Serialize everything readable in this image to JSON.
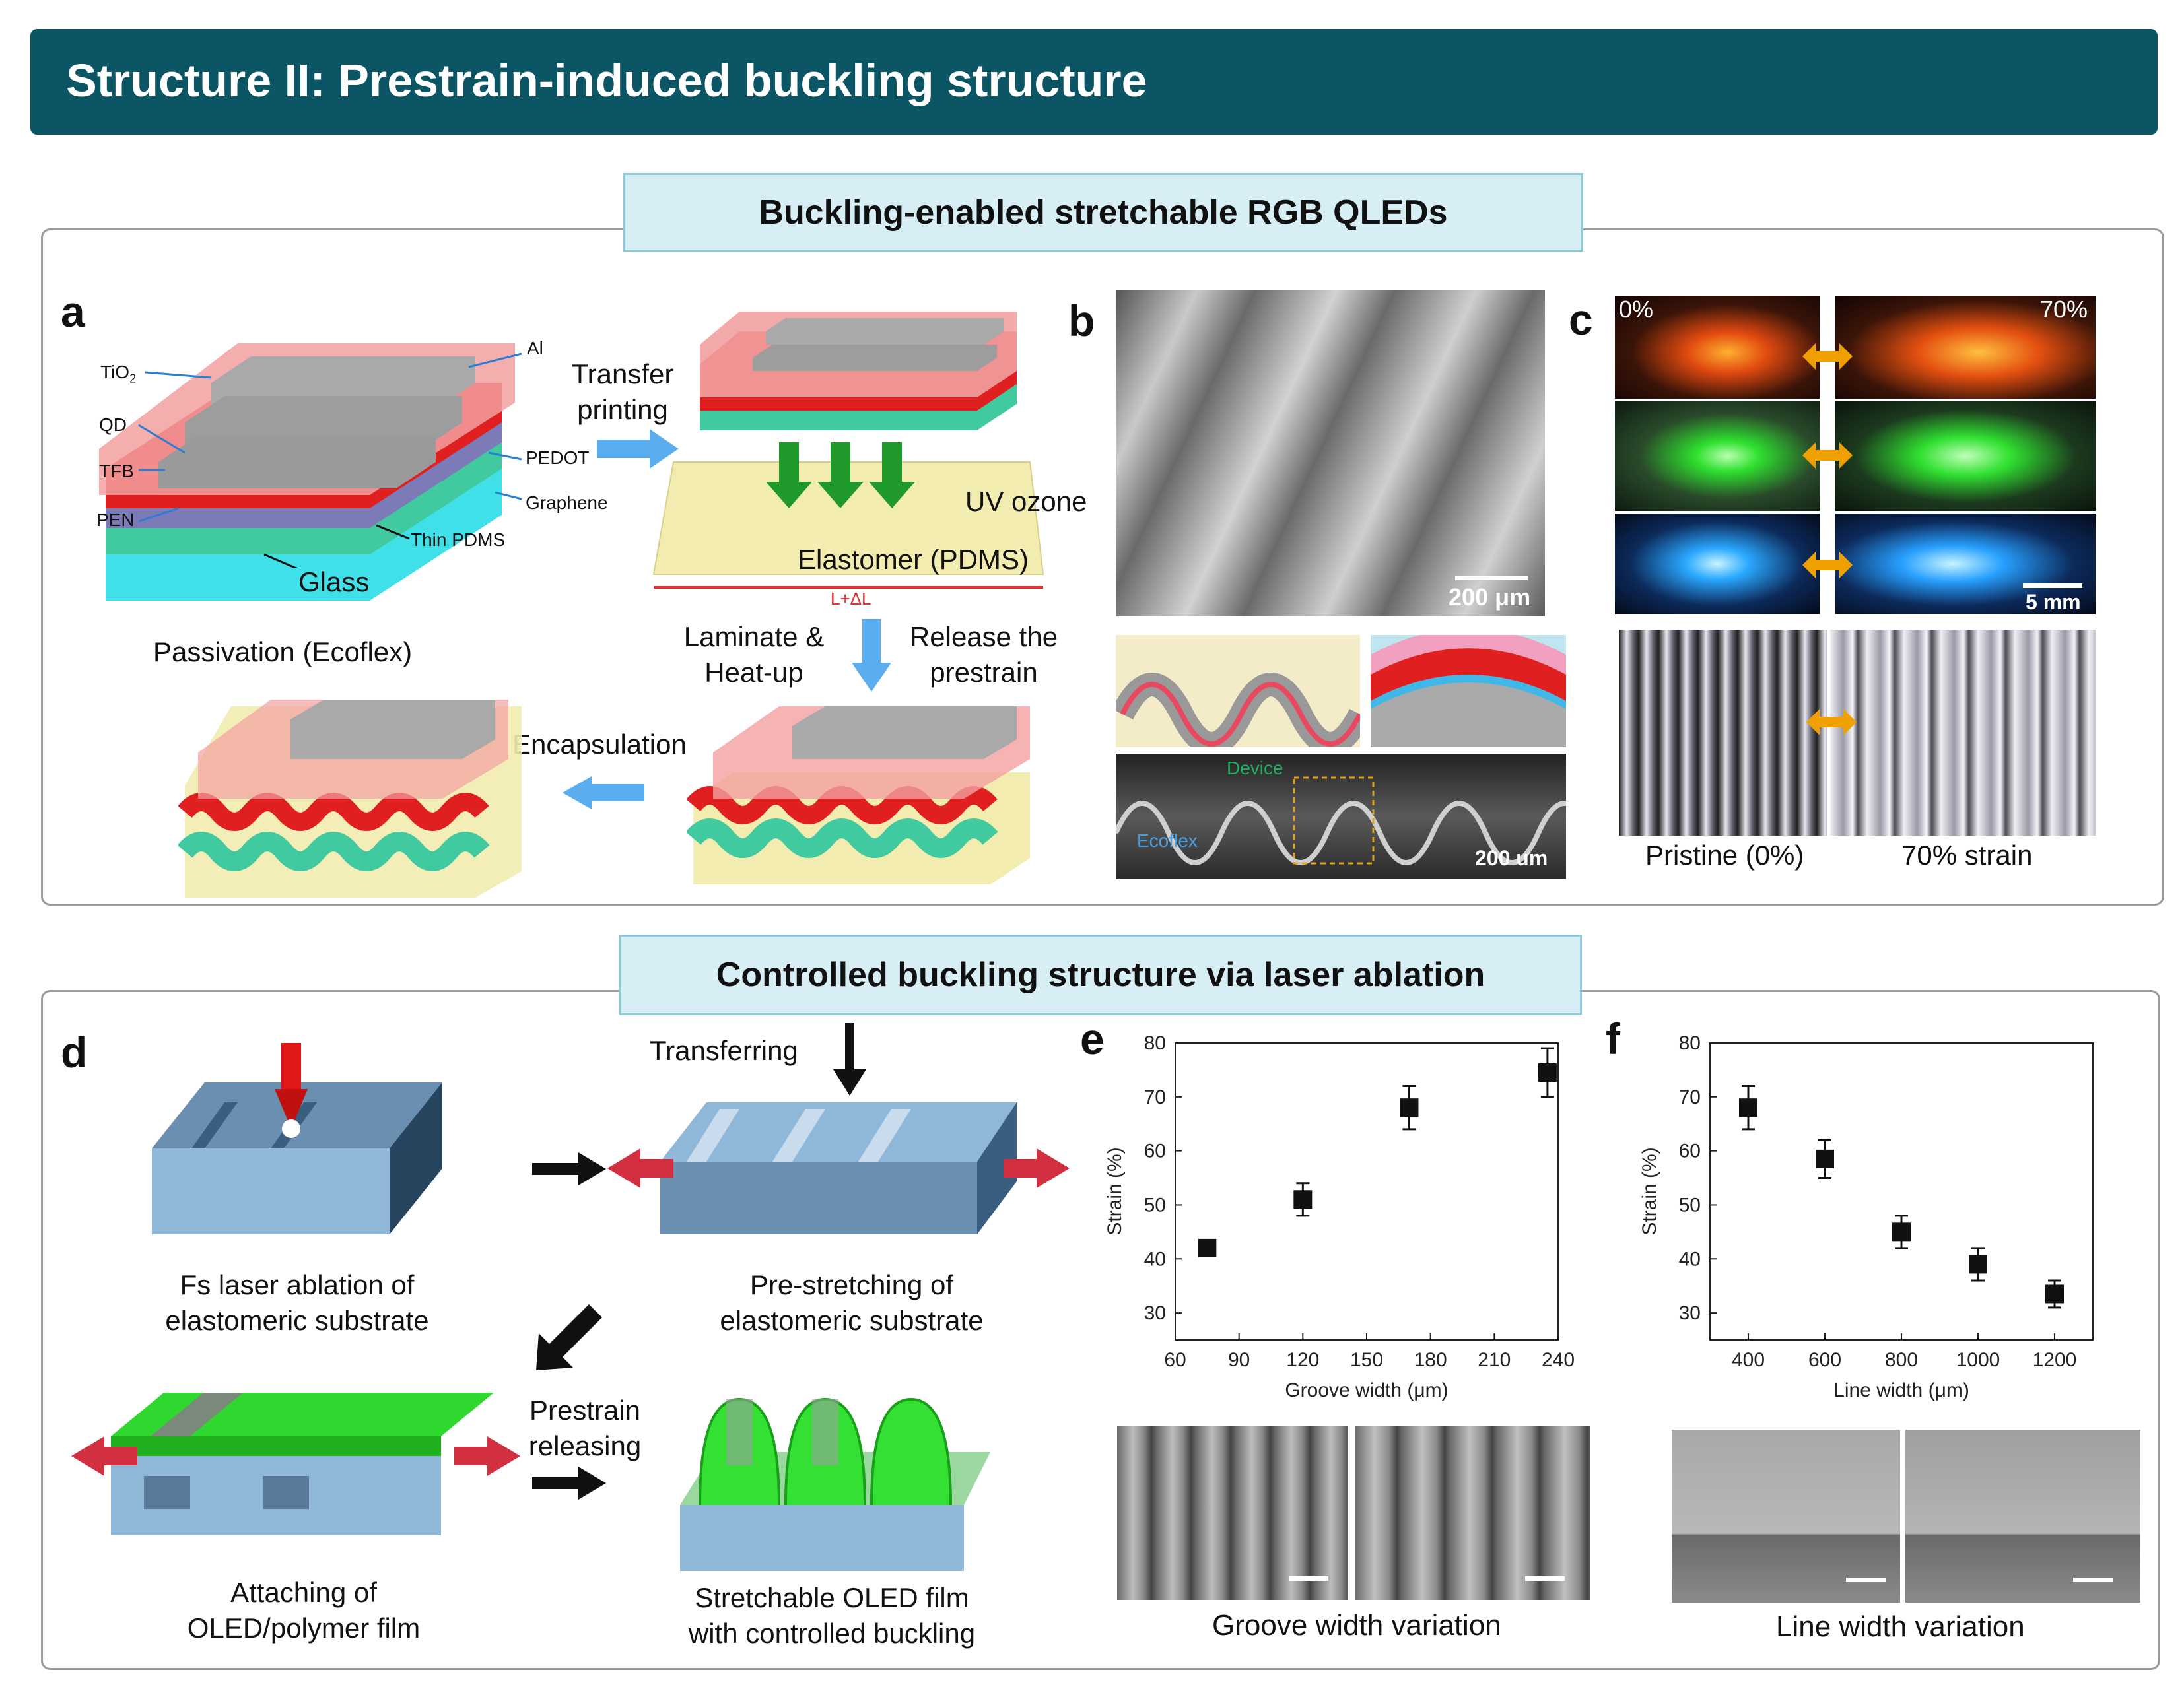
{
  "header": {
    "title": "Structure II: Prestrain-induced buckling structure"
  },
  "top": {
    "section_title": "Buckling-enabled stretchable RGB QLEDs",
    "panel_a": {
      "label": "a",
      "layers": {
        "tio2": "TiO",
        "tio2_sub": "2",
        "qd": "QD",
        "tfb": "TFB",
        "pen": "PEN",
        "al": "Al",
        "pedot": "PEDOT",
        "graphene": "Graphene",
        "thin_pdms": "Thin PDMS",
        "glass": "Glass"
      },
      "transfer_printing": [
        "Transfer",
        "printing"
      ],
      "uv_ozone": "UV ozone",
      "elastomer": "Elastomer (PDMS)",
      "length": "L+ΔL",
      "laminate": [
        "Laminate &",
        "Heat-up"
      ],
      "release": [
        "Release the",
        "prestrain"
      ],
      "encapsulation": "Encapsulation",
      "passivation": "Passivation (Ecoflex)"
    },
    "panel_b": {
      "label": "b",
      "scale_top": "200 μm",
      "device": "Device",
      "ecoflex": "Ecoflex",
      "scale_bottom": "200 um"
    },
    "panel_c": {
      "label": "c",
      "left_pct": "0%",
      "right_pct": "70%",
      "scale": "5 mm",
      "caption_left": "Pristine (0%)",
      "caption_right": "70% strain"
    }
  },
  "bottom": {
    "section_title": "Controlled buckling structure via laser ablation",
    "panel_d": {
      "label": "d",
      "step1": [
        "Fs laser ablation of",
        "elastomeric substrate"
      ],
      "transferring": "Transferring",
      "step2": [
        "Pre-stretching of",
        "elastomeric substrate"
      ],
      "prestrain_releasing": [
        "Prestrain",
        "releasing"
      ],
      "step3": [
        "Attaching of",
        "OLED/polymer film"
      ],
      "step4": [
        "Stretchable OLED film",
        "with controlled buckling"
      ]
    },
    "panel_e": {
      "label": "e",
      "caption": "Groove width variation"
    },
    "panel_f": {
      "label": "f",
      "caption": "Line width variation"
    }
  },
  "chart_data": [
    {
      "type": "scatter",
      "panel": "e",
      "xlabel": "Groove width (μm)",
      "ylabel": "Strain (%)",
      "xlim": [
        60,
        240
      ],
      "ylim": [
        25,
        80
      ],
      "xticks": [
        60,
        90,
        120,
        150,
        180,
        210,
        240
      ],
      "yticks": [
        30,
        40,
        50,
        60,
        70,
        80
      ],
      "x": [
        75,
        120,
        170,
        235
      ],
      "y": [
        42,
        51,
        68,
        74.5
      ],
      "err": [
        1.5,
        3,
        4,
        4.5
      ]
    },
    {
      "type": "scatter",
      "panel": "f",
      "xlabel": "Line width (μm)",
      "ylabel": "Strain (%)",
      "xlim": [
        300,
        1300
      ],
      "ylim": [
        25,
        80
      ],
      "xticks": [
        400,
        600,
        800,
        1000,
        1200
      ],
      "yticks": [
        30,
        40,
        50,
        60,
        70,
        80
      ],
      "x": [
        400,
        600,
        800,
        1000,
        1200
      ],
      "y": [
        68,
        58.5,
        45,
        39,
        33.5
      ],
      "err": [
        4,
        3.5,
        3,
        3,
        2.5
      ]
    }
  ]
}
